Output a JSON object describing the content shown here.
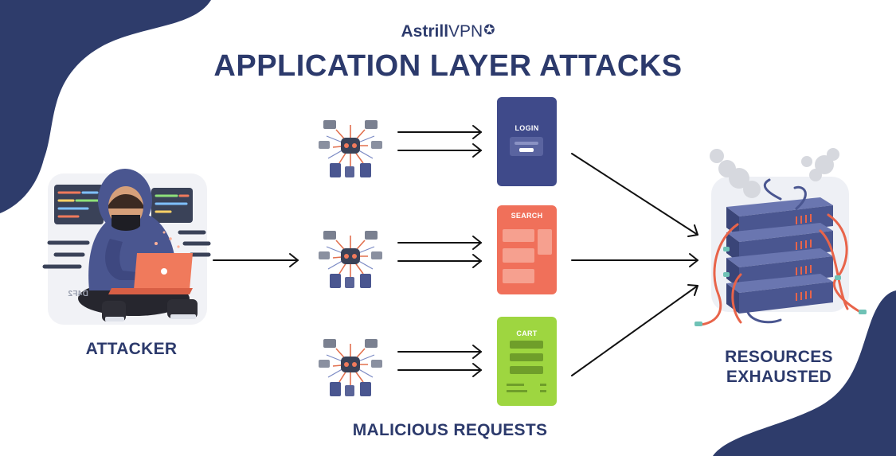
{
  "brand": {
    "name_bold": "Astrill",
    "name_light": "VPN",
    "logo_icon": "star-badge-icon"
  },
  "title": "APPLICATION LAYER ATTACKS",
  "labels": {
    "attacker": "ATTACKER",
    "malicious_requests": "MALICIOUS REQUESTS",
    "resources_line1": "RESOURCES",
    "resources_line2": "EXHAUSTED"
  },
  "laptop_screen_text": "D4F2",
  "cards": [
    {
      "label": "LOGIN",
      "color": "#3f4a8a"
    },
    {
      "label": "SEARCH",
      "color": "#f0705a"
    },
    {
      "label": "CART",
      "color": "#9ed640"
    }
  ],
  "colors": {
    "navy": "#2c3a6c",
    "blob": "#2e3c6b",
    "arrow": "#111111",
    "server": "#4a5690",
    "cable": "#e8644a"
  },
  "icons": [
    "botnet-icon",
    "hacker-illustration",
    "server-rack-icon"
  ]
}
